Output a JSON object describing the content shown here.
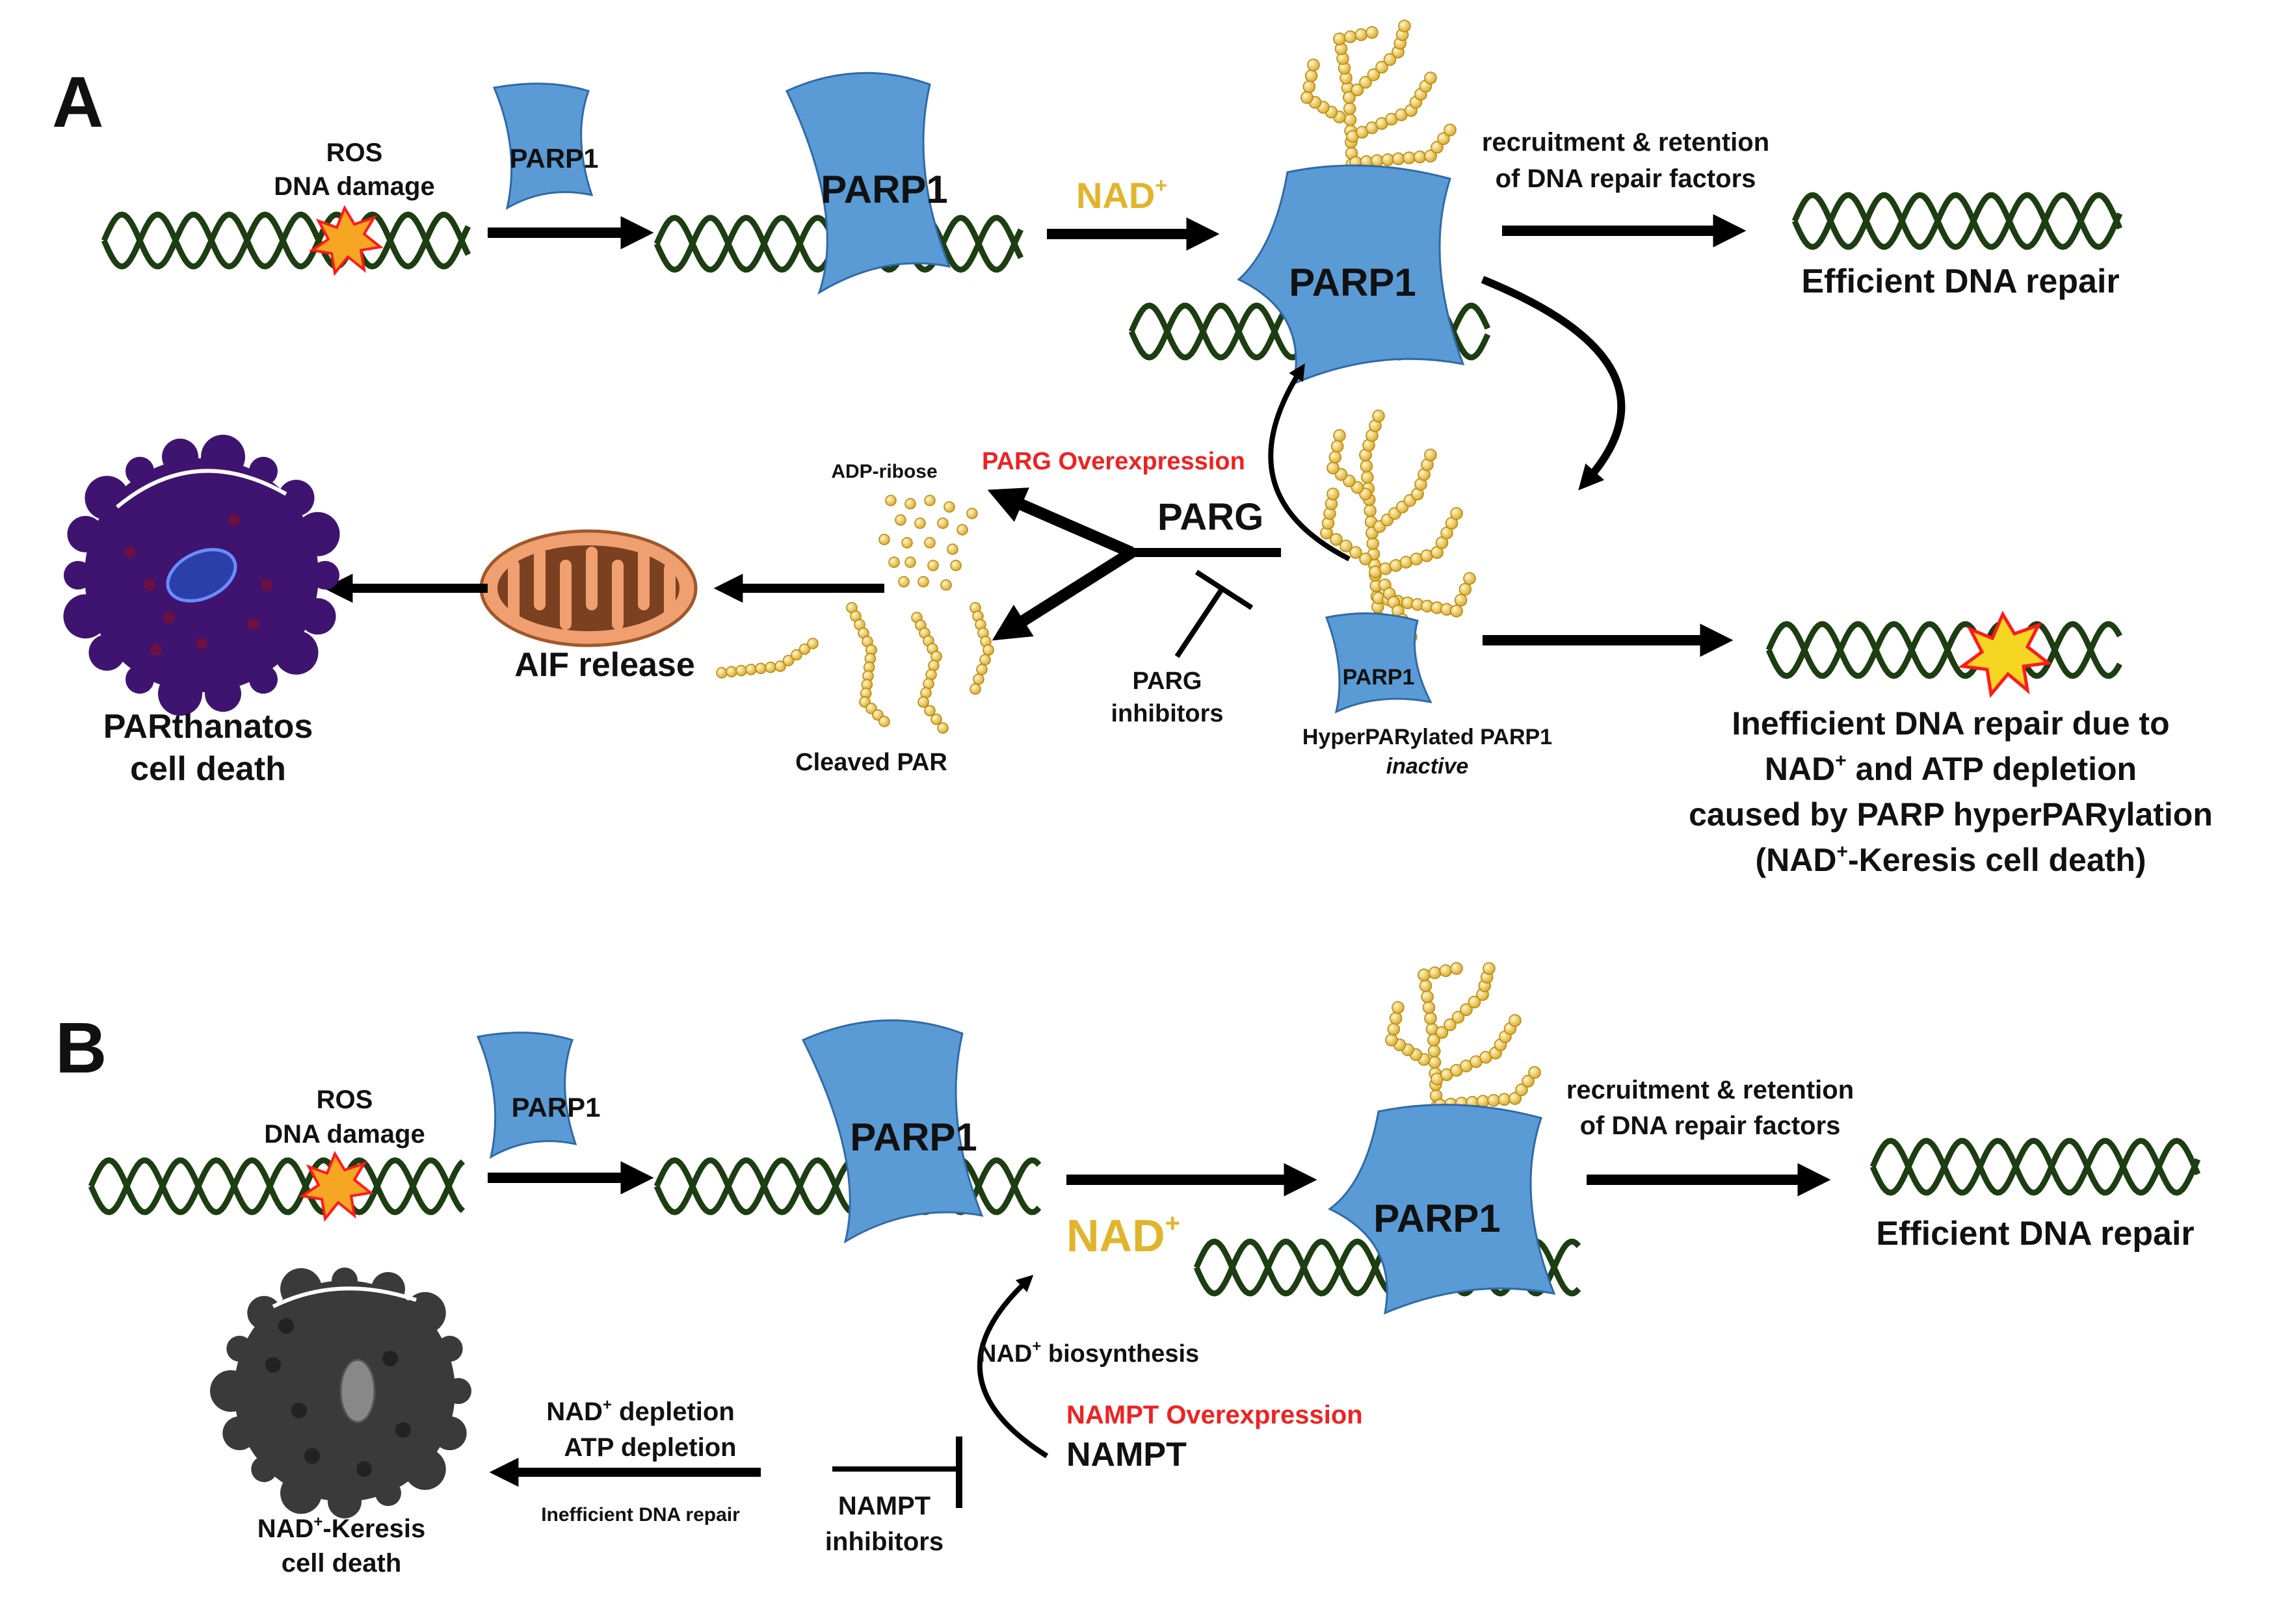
{
  "panel_a": {
    "letter": "A",
    "ros": "ROS",
    "dna_damage": "DNA damage",
    "parp1_free": "PARP1",
    "parp1_bound": "PARP1",
    "nad": "NAD",
    "nad_sup": "+",
    "parp1_parylated": "PARP1",
    "recruit_line1": "recruitment & retention",
    "recruit_line2": "of DNA repair factors",
    "efficient": "Efficient DNA repair",
    "parg": "PARG",
    "parg_overexpression": "PARG Overexpression",
    "adp_ribose": "ADP-ribose",
    "cleaved_par": "Cleaved PAR",
    "parg_inhib_line1": "PARG",
    "parg_inhib_line2": "inhibitors",
    "aif_release": "AIF release",
    "parthanatos_line1": "PARthanatos",
    "parthanatos_line2": "cell death",
    "parp1_hyper": "PARP1",
    "hyper_line1": "HyperPARylated  PARP1",
    "hyper_line2": "inactive",
    "ineff_line1": "Inefficient DNA repair due to",
    "ineff_line2a": "NAD",
    "ineff_line2b": " and ATP depletion",
    "ineff_line3": "caused by PARP hyperPARylation",
    "ineff_line4a": "(NAD",
    "ineff_line4b": "-Keresis cell death)",
    "sup": "+"
  },
  "panel_b": {
    "letter": "B",
    "ros": "ROS",
    "dna_damage": "DNA damage",
    "parp1_free": "PARP1",
    "parp1_bound": "PARP1",
    "nad": "NAD",
    "nad_sup": "+",
    "parp1_parylated": "PARP1",
    "recruit_line1": "recruitment & retention",
    "recruit_line2": "of DNA repair factors",
    "efficient": "Efficient DNA repair",
    "nad_bio_a": "NAD",
    "nad_bio_b": " biosynthesis",
    "nampt_overexpression": "NAMPT Overexpression",
    "nampt": "NAMPT",
    "nampt_inhib_line1": "NAMPT",
    "nampt_inhib_line2": "inhibitors",
    "nad_depl_a": "NAD",
    "nad_depl_b": " depletion",
    "atp_depl": "ATP depletion",
    "ineff_small": "Inefficient DNA repair",
    "keresis_line1a": "NAD",
    "keresis_line1b": "-Keresis",
    "keresis_line2": "cell death",
    "sup": "+"
  },
  "colors": {
    "dna": "#1d3d12",
    "parp1": "#5b9bd5",
    "par_chain": "#e8c34c",
    "nad": "#e0b52c",
    "highlight_red": "#ee2222",
    "mito_outer": "#f0a070",
    "mito_inner": "#7a4020",
    "parthanatos_cell": "#3f1470",
    "keresis_cell": "#3a3a3a"
  }
}
